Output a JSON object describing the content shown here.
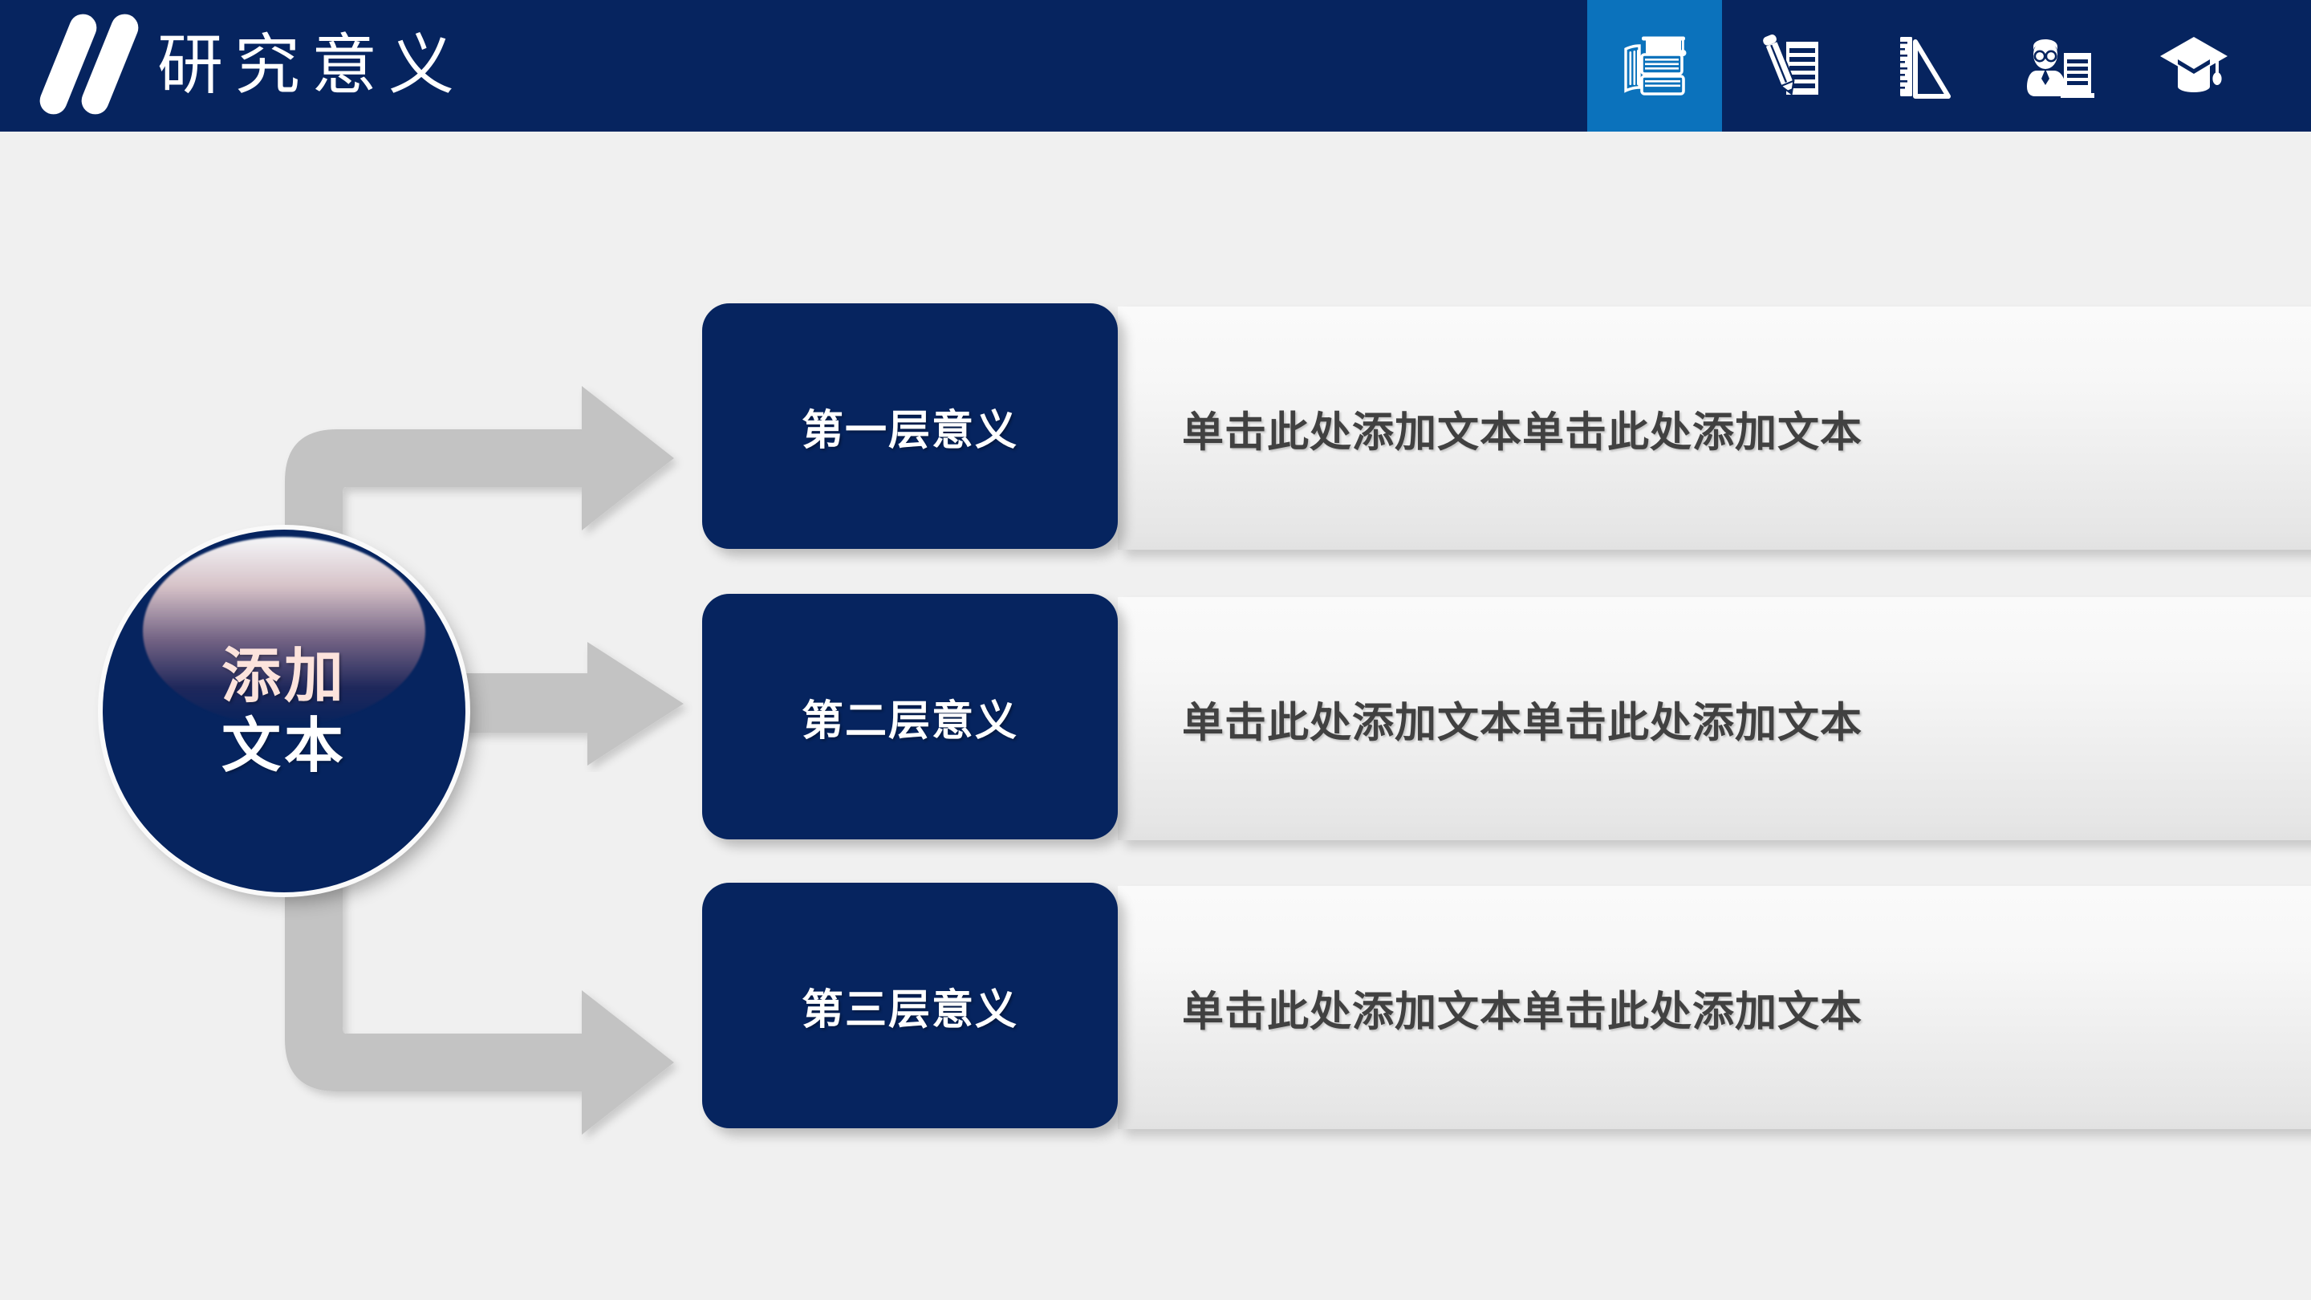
{
  "header": {
    "title": "研究意义",
    "logo_icon": "double-slash-logo",
    "background_color": "#06245F",
    "active_tab_color": "#0B72BC",
    "nav_icons": [
      {
        "name": "books-graduation-icon",
        "label": "书籍",
        "active": true
      },
      {
        "name": "pen-notepad-icon",
        "label": "笔记",
        "active": false
      },
      {
        "name": "ruler-triangle-icon",
        "label": "尺规",
        "active": false
      },
      {
        "name": "scholar-document-icon",
        "label": "学者",
        "active": false
      },
      {
        "name": "graduation-cap-icon",
        "label": "学位帽",
        "active": false
      }
    ]
  },
  "hub": {
    "line1": "添加",
    "line2": "文本",
    "fill_color": "#06245F"
  },
  "rows": [
    {
      "tag": "第一层意义",
      "body": "单击此处添加文本单击此处添加文本",
      "arrow": "elbow-up-right-arrow"
    },
    {
      "tag": "第二层意义",
      "body": "单击此处添加文本单击此处添加文本",
      "arrow": "straight-right-arrow"
    },
    {
      "tag": "第三层意义",
      "body": "单击此处添加文本单击此处添加文本",
      "arrow": "elbow-down-right-arrow"
    }
  ],
  "theme": {
    "background": "#F0F0F0",
    "navy": "#06245F",
    "accent_blue": "#0B72BC",
    "arrow_gray": "#C3C3C3",
    "body_text": "#414141"
  }
}
